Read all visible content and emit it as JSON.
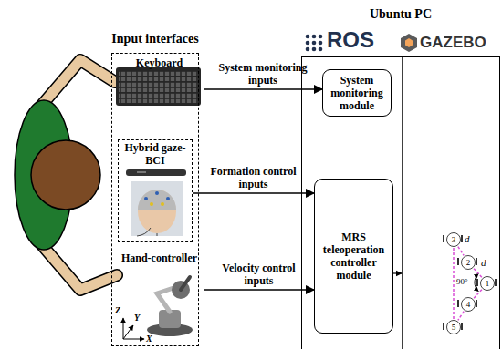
{
  "diagram": {
    "nodes": [
      {
        "text": [
          "Input interfaces"
        ]
      },
      {
        "text": [
          "Keyboard"
        ],
        "in": 0
      },
      {
        "text": [
          "Hybrid gaze-BCI"
        ],
        "in": 0
      },
      {
        "text": [
          "Hand-controller"
        ],
        "in": 0
      },
      {
        "text": [
          "Ubuntu PC"
        ]
      },
      {
        "text": [
          "System monitoring module"
        ],
        "in": 4
      },
      {
        "text": [
          "MRS teleoperation controller module"
        ],
        "in": 4
      },
      {
        "text": [
          "3"
        ],
        "in": 4
      },
      {
        "text": [
          "2"
        ],
        "in": 4
      },
      {
        "text": [
          "1"
        ],
        "in": 4
      },
      {
        "text": [
          "4"
        ],
        "in": 4
      },
      {
        "text": [
          "5"
        ],
        "in": 4
      }
    ],
    "edges": [
      {
        "from": 1,
        "to": 5,
        "arrow": "to",
        "label": "System monitoring inputs"
      },
      {
        "from": 2,
        "to": 6,
        "arrow": "to",
        "label": "Formation control inputs"
      },
      {
        "from": 3,
        "to": 6,
        "arrow": "to",
        "label": "Velocity control inputs"
      },
      {
        "from": 7,
        "to": 8,
        "arrow": "none"
      },
      {
        "from": 8,
        "to": 9,
        "arrow": "none"
      },
      {
        "from": 9,
        "to": 10,
        "arrow": "none"
      },
      {
        "from": 10,
        "to": 11,
        "arrow": "none"
      },
      {
        "from": 7,
        "to": 11,
        "arrow": "none"
      }
    ],
    "labels": [
      "ROS",
      "GAZEBO",
      "d",
      "d",
      "90°",
      "Z",
      "Y",
      "X"
    ]
  }
}
